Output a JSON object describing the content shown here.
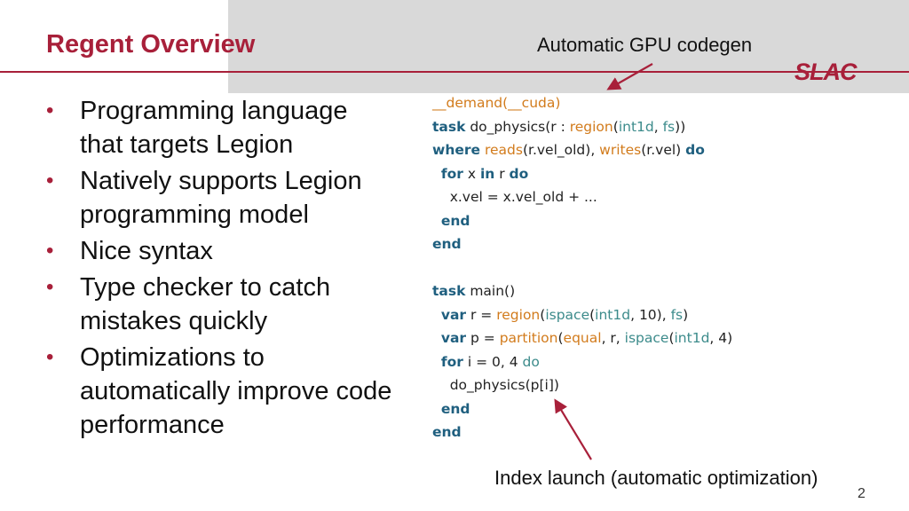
{
  "slide": {
    "title": "Regent Overview",
    "logo": "SLAC",
    "page_number": "2",
    "callouts": {
      "top": "Automatic GPU codegen",
      "bottom": "Index launch (automatic optimization)"
    },
    "bullets": [
      "Programming language that targets Legion",
      "Natively supports Legion programming model",
      "Nice syntax",
      "Type checker to catch mistakes quickly",
      "Optimizations to automatically improve code performance"
    ],
    "bullet_char": "•",
    "code": {
      "demand": "__demand(__cuda)",
      "l1": {
        "task": "task",
        "name": " do_physics(r : ",
        "region": "region",
        "p1": "(",
        "int1d": "int1d",
        "comma": ", ",
        "fs": "fs",
        "close": "))"
      },
      "l2": {
        "where": "where",
        "sp": " ",
        "reads": "reads",
        "ro": "(r.vel_old), ",
        "writes": "writes",
        "rw": "(r.vel) ",
        "do": "do"
      },
      "l3": {
        "indent": "  ",
        "for": "for",
        "x": " x ",
        "in": "in",
        "r": " r ",
        "do": "do"
      },
      "l4": "    x.vel = x.vel_old + ...",
      "l5": {
        "indent": "  ",
        "end": "end"
      },
      "l6": "end",
      "l8": {
        "task": "task",
        "name": " main()"
      },
      "l9": {
        "indent": "  ",
        "var": "var",
        "a": " r = ",
        "region": "region",
        "p": "(",
        "ispace": "ispace",
        "p2": "(",
        "int1d": "int1d",
        "b": ", 10), ",
        "fs": "fs",
        "c": ")"
      },
      "l10": {
        "indent": "  ",
        "var": "var",
        "a": " p = ",
        "partition": "partition",
        "p": "(",
        "equal": "equal",
        "b": ", r, ",
        "ispace": "ispace",
        "p2": "(",
        "int1d": "int1d",
        "c": ", 4)"
      },
      "l11": {
        "indent": "  ",
        "for": "for",
        "a": " i = 0, 4 ",
        "do": "do"
      },
      "l12": "    do_physics(p[i])",
      "l13": {
        "indent": "  ",
        "end": "end"
      },
      "l14": "end"
    },
    "colors": {
      "accent": "#a8203a",
      "keyword": "#1f5f7f",
      "function": "#d27b1c",
      "type": "#3c8b8b"
    }
  }
}
